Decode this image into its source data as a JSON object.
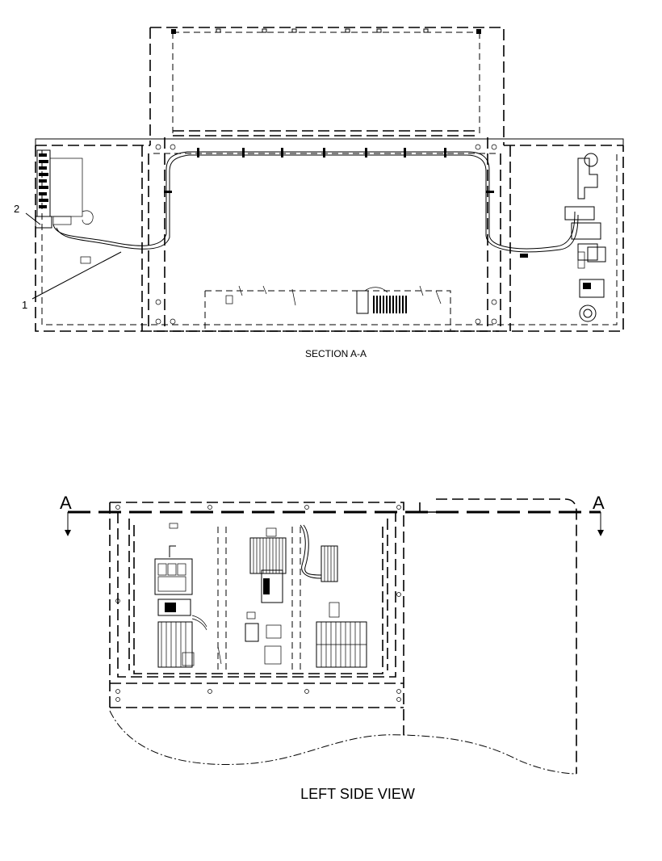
{
  "section_view": {
    "title": "SECTION A-A",
    "callouts": [
      {
        "number": "1"
      },
      {
        "number": "2"
      }
    ]
  },
  "side_view": {
    "title": "LEFT SIDE VIEW",
    "cut_line": {
      "left_label": "A",
      "right_label": "A"
    }
  }
}
